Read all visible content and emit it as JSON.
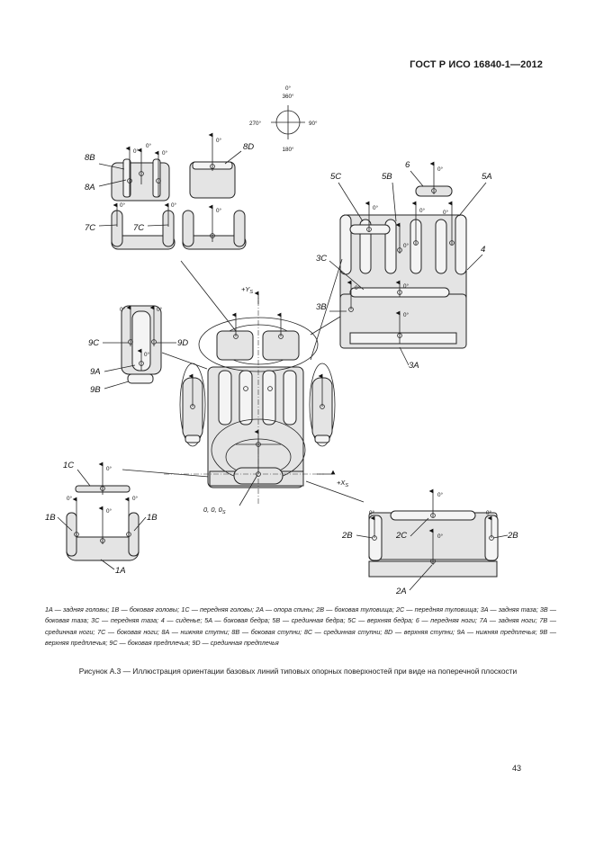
{
  "header": {
    "title": "ГОСТ Р ИСО 16840-1—2012"
  },
  "compass": {
    "top": "0°",
    "top2": "360°",
    "left": "270°",
    "right": "90°",
    "bottom": "180°"
  },
  "figure": {
    "labels": {
      "8B": "8B",
      "8A": "8A",
      "8D": "8D",
      "7C": "7C",
      "9C": "9C",
      "9D": "9D",
      "9A": "9A",
      "9B": "9B",
      "1C": "1C",
      "1B": "1B",
      "1A": "1A",
      "5C": "5C",
      "5B": "5B",
      "6": "6",
      "5A": "5A",
      "3C": "3C",
      "4": "4",
      "3B": "3B",
      "3A": "3A",
      "2B": "2B",
      "2C": "2C",
      "2A": "2A"
    },
    "degree": "0°",
    "axes": {
      "y": "+Y",
      "y_sub": "S",
      "x": "+X",
      "x_sub": "S",
      "origin": "0, 0, 0",
      "origin_sub": "S"
    }
  },
  "legend": "1A — задняя головы; 1B — боковая головы; 1C — передняя головы; 2A — опора спины; 2B — боковая туловища; 2C — передняя туловища; 3A — задняя таза; 3B — боковая таза; 3C — передняя таза; 4 — сиденье; 5A — боковая бедра; 5B — срединная бедра; 5C — верхняя бедра; 6 — передняя  ноги; 7A — задняя ноги; 7B — срединная ноги; 7C — боковая ноги; 8A — нижняя ступни; 8B — боковая ступни; 8C — срединная ступни; 8D — верхняя ступни; 9A — нижняя предплечья; 9B — верхняя предплечья; 9C — боковая предплечья; 9D — срединная предплечья",
  "caption": "Рисунок А.3 — Иллюстрация ориентации базовых линий типовых опорных поверхностей при виде на поперечной плоскости",
  "page_number": "43"
}
